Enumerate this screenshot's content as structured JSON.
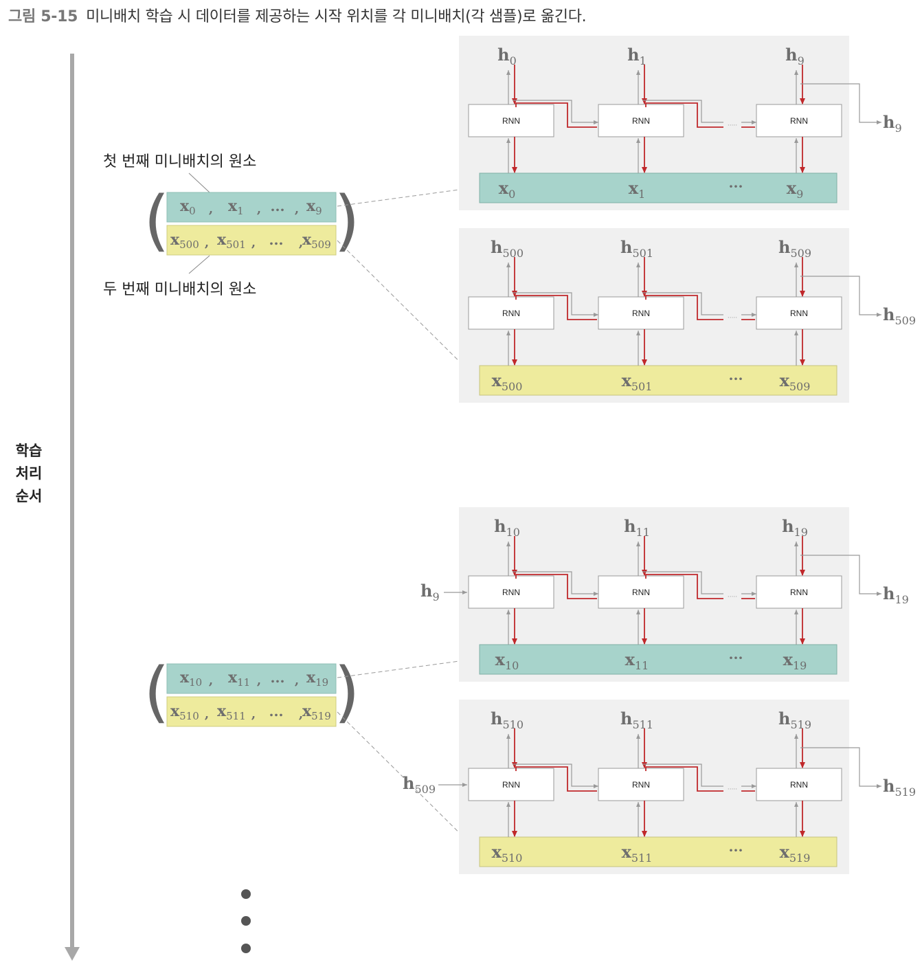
{
  "caption": {
    "number": "그림 5-15",
    "text": "미니배치 학습 시 데이터를 제공하는 시작 위치를 각 미니배치(각 샘플)로 옮긴다."
  },
  "axis_label": [
    "학습",
    "처리",
    "순서"
  ],
  "annotations": {
    "first_batch": "첫 번째 미니배치의 원소",
    "second_batch": "두 번째 미니배치의 원소"
  },
  "rnn_label": "RNN",
  "ellipsis": "···",
  "colors": {
    "teal": "#a7d3cb",
    "yellow": "#eeeb9d",
    "panel": "#f0f0f0",
    "red": "#c0282b",
    "gray_arrow": "#999999",
    "axis": "#a8a8a8"
  },
  "groups": [
    {
      "batch1": [
        "0",
        "1",
        "...",
        "9"
      ],
      "batch2": [
        "500",
        "501",
        "...",
        "509"
      ],
      "panels": [
        {
          "color": "teal",
          "in_state": "",
          "h": [
            "0",
            "1",
            "9"
          ],
          "x": [
            "0",
            "1",
            "9"
          ],
          "out_state": "9"
        },
        {
          "color": "yellow",
          "in_state": "",
          "h": [
            "500",
            "501",
            "509"
          ],
          "x": [
            "500",
            "501",
            "509"
          ],
          "out_state": "509"
        }
      ]
    },
    {
      "batch1": [
        "10",
        "11",
        "...",
        "19"
      ],
      "batch2": [
        "510",
        "511",
        "...",
        "519"
      ],
      "panels": [
        {
          "color": "teal",
          "in_state": "9",
          "h": [
            "10",
            "11",
            "19"
          ],
          "x": [
            "10",
            "11",
            "19"
          ],
          "out_state": "19"
        },
        {
          "color": "yellow",
          "in_state": "509",
          "h": [
            "510",
            "511",
            "519"
          ],
          "x": [
            "510",
            "511",
            "519"
          ],
          "out_state": "519"
        }
      ]
    }
  ]
}
